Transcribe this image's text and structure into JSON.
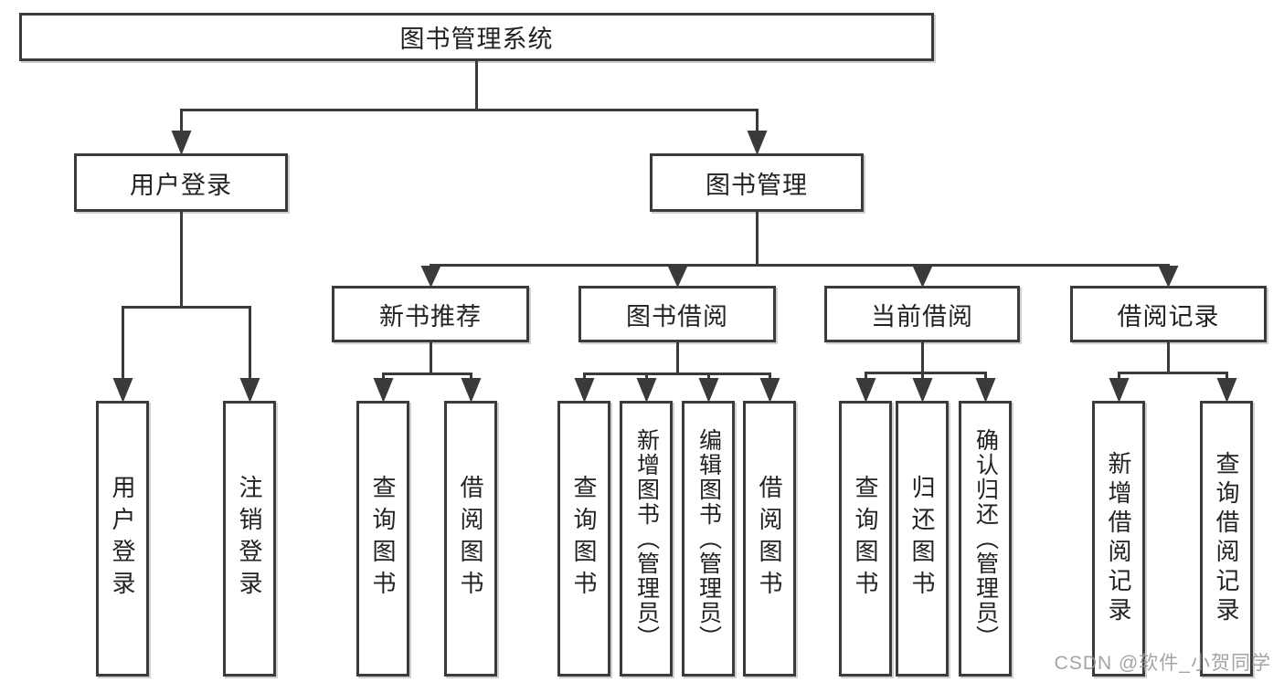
{
  "diagram": {
    "root": {
      "label": "图书管理系统"
    },
    "branches": [
      {
        "label": "用户登录",
        "children": [
          {
            "label": "用户登录"
          },
          {
            "label": "注销登录"
          }
        ]
      },
      {
        "label": "图书管理",
        "children": [
          {
            "label": "新书推荐",
            "children": [
              {
                "label": "查询图书"
              },
              {
                "label": "借阅图书"
              }
            ]
          },
          {
            "label": "图书借阅",
            "children": [
              {
                "label": "查询图书"
              },
              {
                "label": "新增图书（管理员）"
              },
              {
                "label": "编辑图书（管理员）"
              },
              {
                "label": "借阅图书"
              }
            ]
          },
          {
            "label": "当前借阅",
            "children": [
              {
                "label": "查询图书"
              },
              {
                "label": "归还图书"
              },
              {
                "label": "确认归还（管理员）"
              }
            ]
          },
          {
            "label": "借阅记录",
            "children": [
              {
                "label": "新增借阅记录"
              },
              {
                "label": "查询借阅记录"
              }
            ]
          }
        ]
      }
    ]
  },
  "watermark": {
    "text": "CSDN @软件_小贺同学"
  },
  "colors": {
    "line": "#3a3a3a",
    "border": "#3b3b3b",
    "text": "#222222",
    "background": "#ffffff",
    "watermark": "#949494"
  }
}
